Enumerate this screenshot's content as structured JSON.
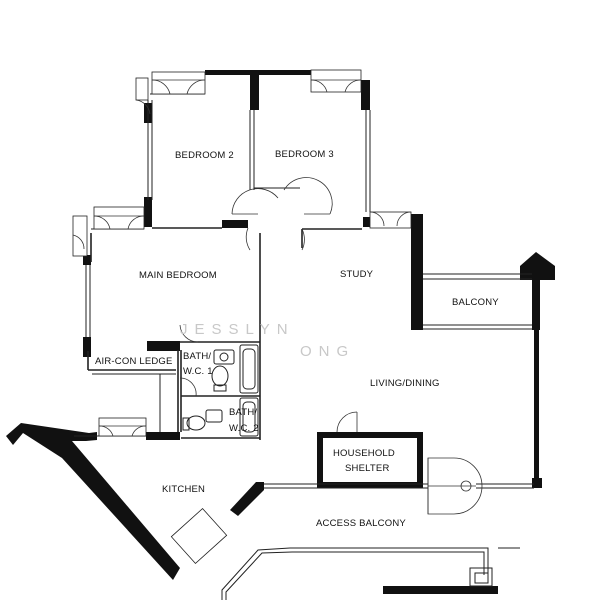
{
  "rooms": {
    "bedroom_2": "BEDROOM 2",
    "bedroom_3": "BEDROOM 3",
    "main_bedroom": "MAIN BEDROOM",
    "study": "STUDY",
    "balcony": "BALCONY",
    "aircon_ledge": "AIR-CON LEDGE",
    "bath_wc1_a": "BATH/",
    "bath_wc1_b": "W.C. 1",
    "bath_wc2_a": "BATH/",
    "bath_wc2_b": "W.C. 2",
    "living_dining": "LIVING/DINING",
    "household_shelter_a": "HOUSEHOLD",
    "household_shelter_b": "SHELTER",
    "kitchen": "KITCHEN",
    "access_balcony": "ACCESS BALCONY"
  },
  "watermark": {
    "line1": "JESSLYN",
    "line2": "ONG"
  }
}
